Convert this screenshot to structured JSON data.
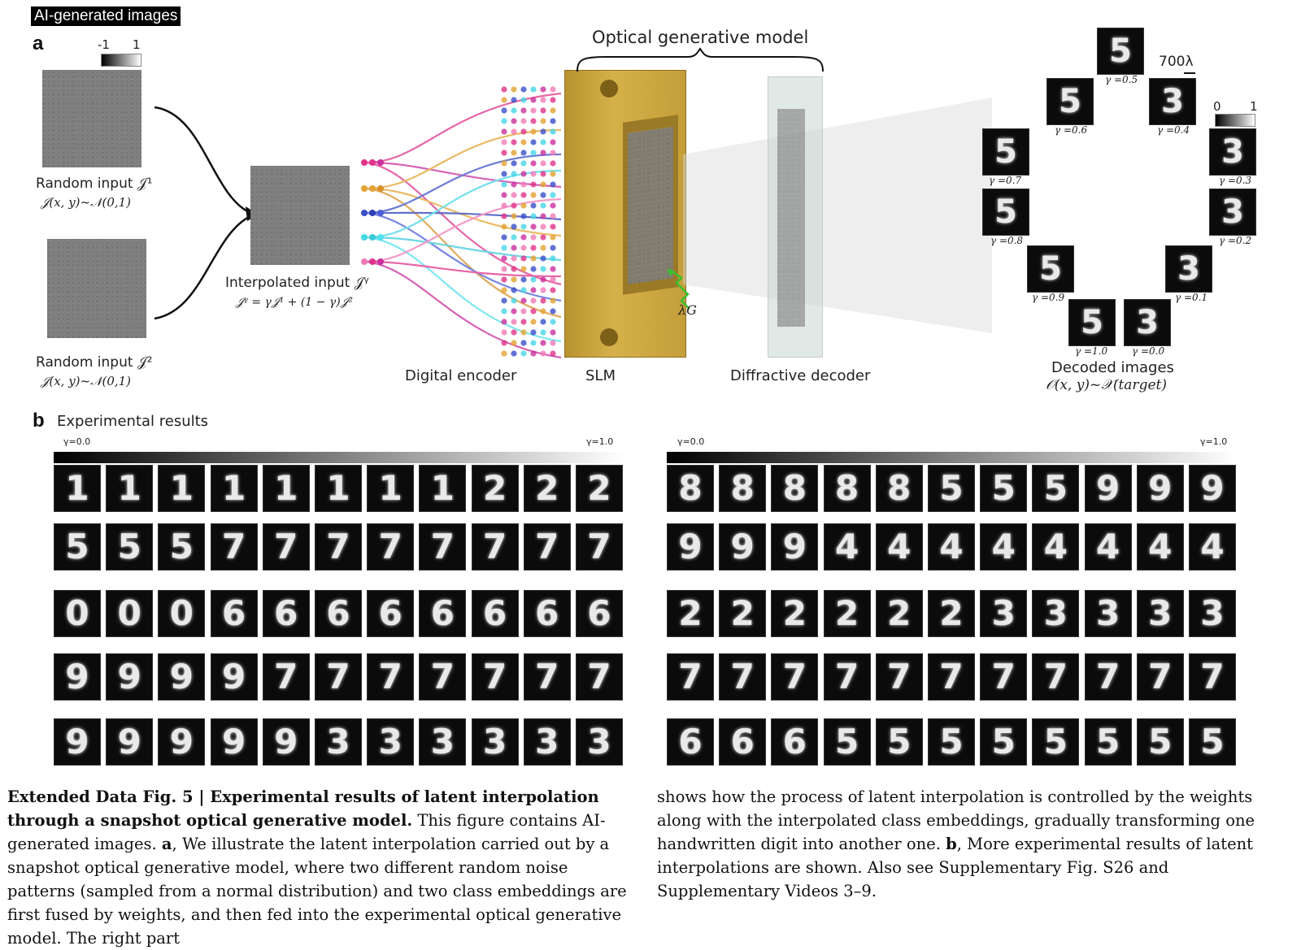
{
  "banner": "AI-generated images",
  "panel_a": {
    "letter": "a",
    "colorbar_min": "-1",
    "colorbar_max": "1",
    "input1_label": "Random input 𝒥¹",
    "input1_dist": "𝒥(x, y)~𝒩(0,1)",
    "input2_label": "Random input 𝒥²",
    "input2_dist": "𝒥(x, y)~𝒩(0,1)",
    "interp_label": "Interpolated input  𝒥ᵞ",
    "interp_eq": "𝒥ᵞ = γ𝒥¹ + (1 − γ)𝒥²",
    "model_title": "Optical generative model",
    "encoder_label": "Digital encoder",
    "slm_label": "SLM",
    "decoder_label": "Diffractive decoder",
    "lambda_label": "λG",
    "scale_label": "700λ",
    "out_colorbar_min": "0",
    "out_colorbar_max": "1",
    "decoded_label": "Decoded images",
    "decoded_dist": "𝒪(x, y)~𝒳(target)",
    "decoded_ring": [
      {
        "digit": "5",
        "gamma": "γ =0.5"
      },
      {
        "digit": "5",
        "gamma": "γ =0.6"
      },
      {
        "digit": "3",
        "gamma": "γ =0.4"
      },
      {
        "digit": "5",
        "gamma": "γ =0.7"
      },
      {
        "digit": "3",
        "gamma": "γ =0.3"
      },
      {
        "digit": "5",
        "gamma": "γ =0.8"
      },
      {
        "digit": "3",
        "gamma": "γ =0.2"
      },
      {
        "digit": "5",
        "gamma": "γ =0.9"
      },
      {
        "digit": "3",
        "gamma": "γ =0.1"
      },
      {
        "digit": "5",
        "gamma": "γ =1.0"
      },
      {
        "digit": "3",
        "gamma": "γ =0.0"
      }
    ]
  },
  "panel_b": {
    "letter": "b",
    "title": "Experimental results",
    "left": {
      "gamma_start": "γ=0.0",
      "gamma_end": "γ=1.0",
      "rows": [
        [
          "1",
          "1",
          "1",
          "1",
          "1",
          "1",
          "1",
          "1",
          "2",
          "2",
          "2"
        ],
        [
          "5",
          "5",
          "5",
          "7",
          "7",
          "7",
          "7",
          "7",
          "7",
          "7",
          "7"
        ],
        [
          "0",
          "0",
          "0",
          "6",
          "6",
          "6",
          "6",
          "6",
          "6",
          "6",
          "6"
        ],
        [
          "9",
          "9",
          "9",
          "9",
          "7",
          "7",
          "7",
          "7",
          "7",
          "7",
          "7"
        ],
        [
          "9",
          "9",
          "9",
          "9",
          "9",
          "3",
          "3",
          "3",
          "3",
          "3",
          "3"
        ]
      ]
    },
    "right": {
      "gamma_start": "γ=0.0",
      "gamma_end": "γ=1.0",
      "rows": [
        [
          "8",
          "8",
          "8",
          "8",
          "8",
          "5",
          "5",
          "5",
          "9",
          "9",
          "9"
        ],
        [
          "9",
          "9",
          "9",
          "4",
          "4",
          "4",
          "4",
          "4",
          "4",
          "4",
          "4"
        ],
        [
          "2",
          "2",
          "2",
          "2",
          "2",
          "2",
          "3",
          "3",
          "3",
          "3",
          "3"
        ],
        [
          "7",
          "7",
          "7",
          "7",
          "7",
          "7",
          "7",
          "7",
          "7",
          "7",
          "7"
        ],
        [
          "6",
          "6",
          "6",
          "5",
          "5",
          "5",
          "5",
          "5",
          "5",
          "5",
          "5"
        ]
      ]
    }
  },
  "caption": {
    "fig_label": "Extended Data Fig. 5 | Experimental results of latent interpolation through a snapshot optical generative model.",
    "p1": " This figure contains AI-generated images. ",
    "a_letter": "a",
    "p2": ", We illustrate the latent interpolation carried out by a snapshot optical generative model, where two different random noise patterns (sampled from a normal distribution) and two class embeddings are first fused by weights, and then fed into the experimental optical generative model. The right part",
    "p3": "shows how the process of latent interpolation is controlled by the weights along with the interpolated class embeddings, gradually transforming one handwritten digit into another one. ",
    "b_letter": "b",
    "p4": ", More experimental results of latent interpolations are shown. Also see Supplementary Fig. S26 and Supplementary Videos 3–9."
  }
}
